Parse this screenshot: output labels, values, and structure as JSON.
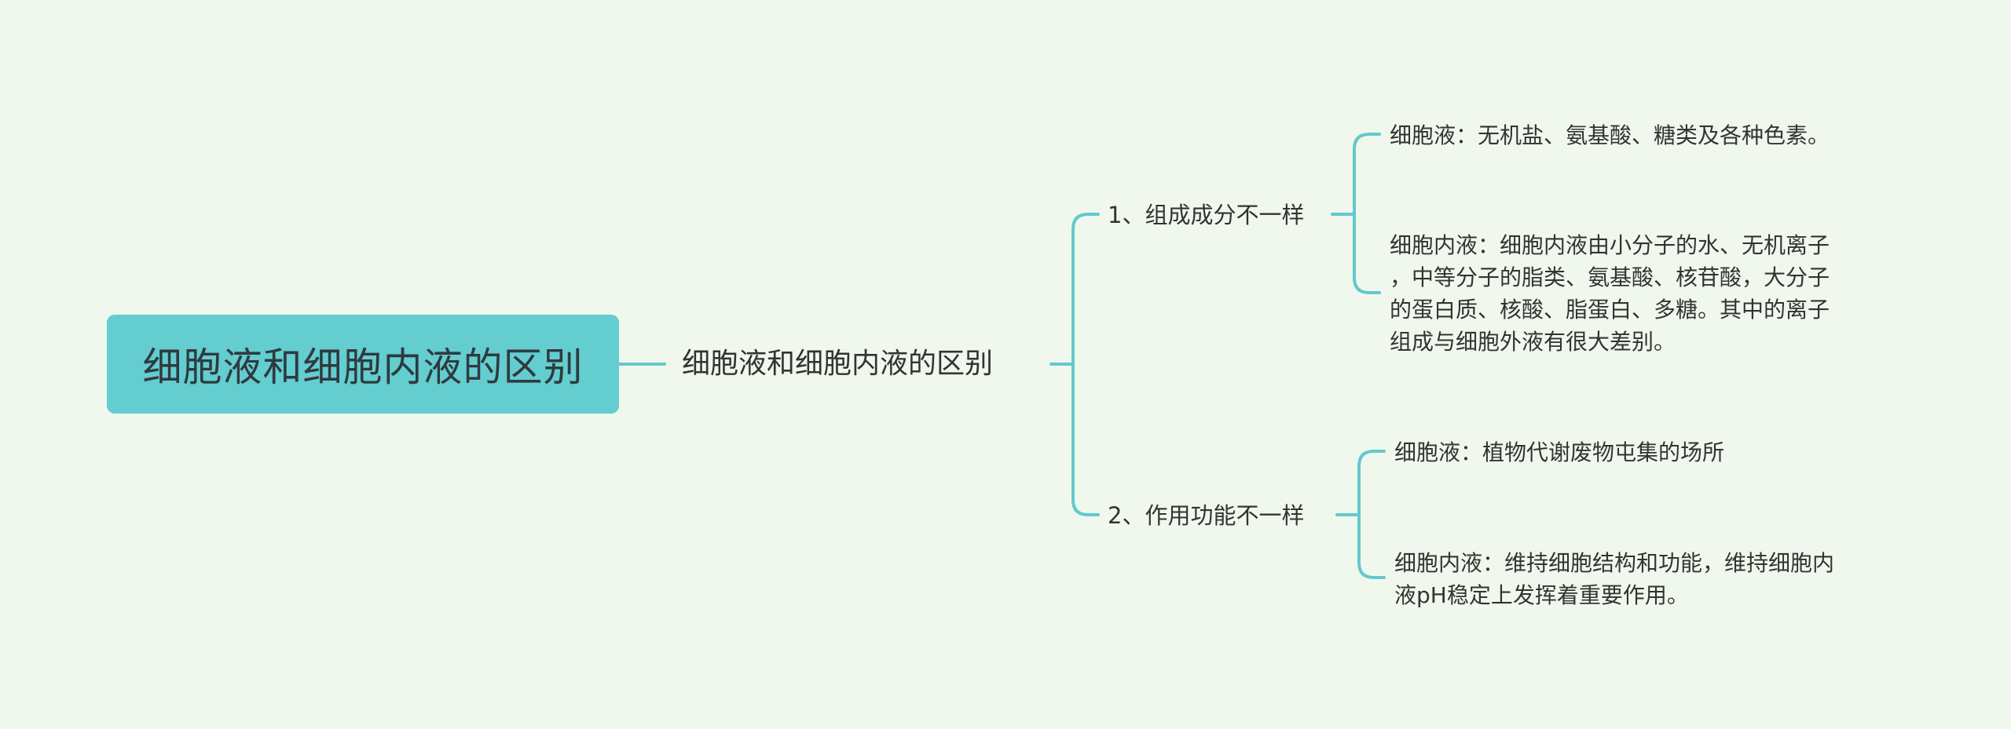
{
  "colors": {
    "background": "#f0f8ee",
    "root_fill": "#63cdcf",
    "connector": "#63c9cc",
    "text": "#333333"
  },
  "root": {
    "label": "细胞液和细胞内液的区别"
  },
  "center": {
    "label": "细胞液和细胞内液的区别"
  },
  "branches": [
    {
      "label": "1、组成成分不一样",
      "leaves": [
        {
          "lines": [
            "细胞液：无机盐、氨基酸、糖类及各种色素。"
          ]
        },
        {
          "lines": [
            "细胞内液：细胞内液由小分子的水、无机离子",
            "，中等分子的脂类、氨基酸、核苷酸，大分子",
            "的蛋白质、核酸、脂蛋白、多糖。其中的离子",
            "组成与细胞外液有很大差别。"
          ]
        }
      ]
    },
    {
      "label": "2、作用功能不一样",
      "leaves": [
        {
          "lines": [
            "细胞液：植物代谢废物屯集的场所"
          ]
        },
        {
          "lines": [
            "细胞内液：维持细胞结构和功能，维持细胞内",
            "液pH稳定上发挥着重要作用。"
          ]
        }
      ]
    }
  ]
}
